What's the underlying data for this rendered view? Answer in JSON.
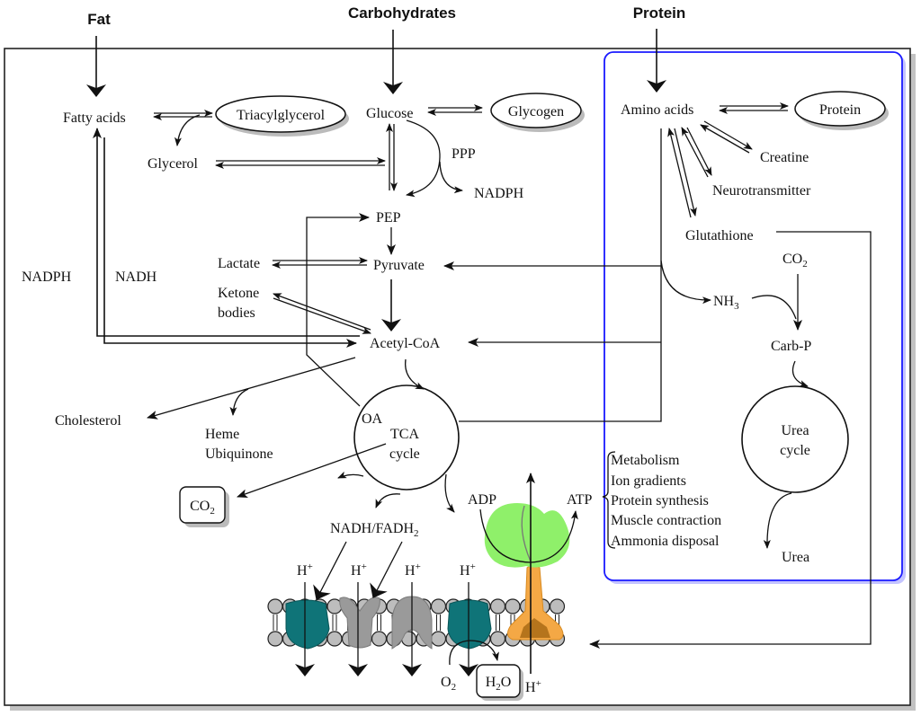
{
  "inputs": {
    "fat": "Fat",
    "carbohydrates": "Carbohydrates",
    "protein": "Protein"
  },
  "fat_branch": {
    "fatty_acids": "Fatty acids",
    "triacylglycerol": "Triacylglycerol",
    "glycerol": "Glycerol",
    "nadph": "NADPH",
    "nadh": "NADH"
  },
  "carb_branch": {
    "glucose": "Glucose",
    "glycogen": "Glycogen",
    "ppp": "PPP",
    "nadph": "NADPH",
    "pep": "PEP",
    "lactate": "Lactate",
    "pyruvate": "Pyruvate",
    "ketone": "Ketone",
    "bodies": "bodies",
    "acetyl_coa": "Acetyl-CoA",
    "cholesterol": "Cholesterol",
    "heme": "Heme",
    "ubiquinone": "Ubiquinone",
    "oa": "OA",
    "tca": "TCA",
    "cycle": "cycle",
    "co2_base": "CO",
    "co2_sub": "2",
    "nadh_fadh_base": "NADH/FADH",
    "nadh_fadh_sub": "2"
  },
  "protein_branch": {
    "amino_acids": "Amino acids",
    "protein": "Protein",
    "creatine": "Creatine",
    "neurotransmitter": "Neurotransmitter",
    "glutathione": "Glutathione",
    "co2_base": "CO",
    "co2_sub": "2",
    "nh3_base": "NH",
    "nh3_sub": "3",
    "carb_p": "Carb-P",
    "urea": "Urea",
    "urea_cycle_line1": "Urea",
    "urea_cycle_line2": "cycle",
    "highlight_color": "#1a1aff"
  },
  "atp_uses": {
    "adp": "ADP",
    "atp": "ATP",
    "items": [
      "Metabolism",
      "Ion gradients",
      "Protein synthesis",
      "Muscle contraction",
      "Ammonia disposal"
    ]
  },
  "membrane": {
    "h_plus_base": "H",
    "h_plus_sup": "+",
    "o2_base": "O",
    "o2_sub": "2",
    "h2o_a": "H",
    "h2o_sub": "2",
    "h2o_b": "O",
    "complex_colors": {
      "complex_i": "#0f7478",
      "complex_iii": "#9a9a9a",
      "cytochrome_c": "#9a9a9a",
      "complex_iv": "#0f7478",
      "atp_synthase_f0": "#f4a845",
      "atp_synthase_f1": "#8ff06a"
    }
  }
}
